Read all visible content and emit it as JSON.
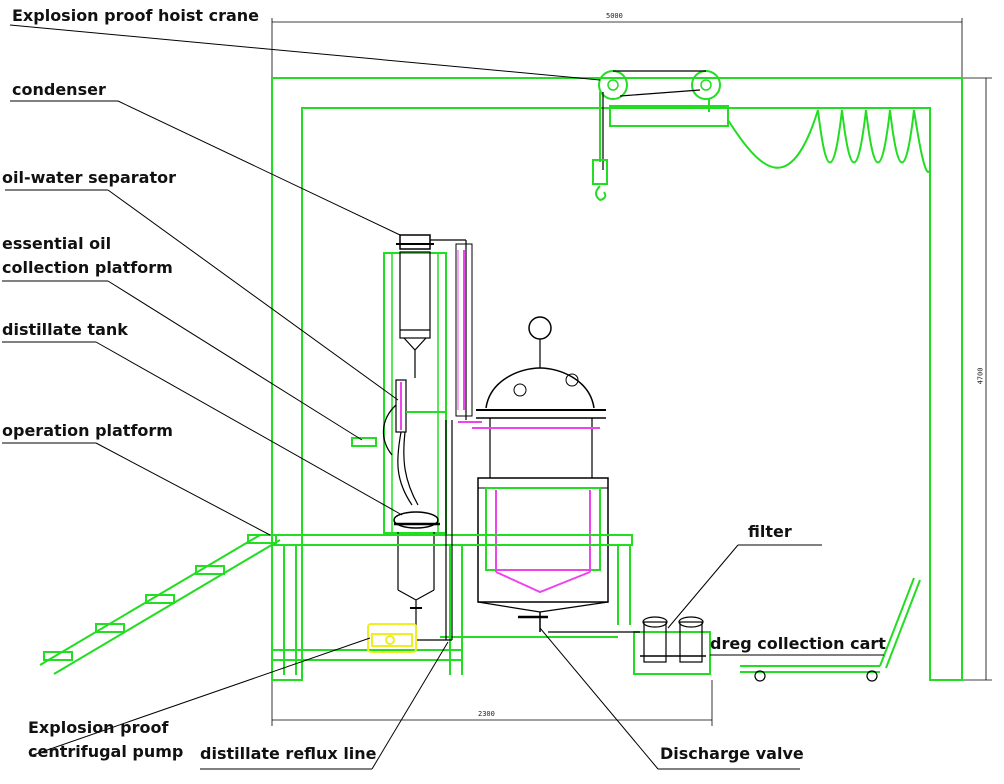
{
  "labels": {
    "hoist_crane": "Explosion proof hoist crane",
    "condenser": "condenser",
    "oil_water_separator": "oil-water separator",
    "essential_oil_line1": "essential oil",
    "essential_oil_line2": "collection platform",
    "distillate_tank": "distillate tank",
    "operation_platform": "operation platform",
    "filter": "filter",
    "dreg_cart": "dreg collection cart",
    "pump_line1": "Explosion proof",
    "pump_line2": "centrifugal pump",
    "reflux_line": "distillate reflux line",
    "discharge_valve": "Discharge valve"
  },
  "dimensions": {
    "top_width": "5000",
    "right_height": "4700",
    "bottom_width": "2300"
  },
  "colors": {
    "frame": "#22dd22",
    "line": "#000000",
    "magenta": "#ee44ee",
    "pump": "#eeee22"
  }
}
